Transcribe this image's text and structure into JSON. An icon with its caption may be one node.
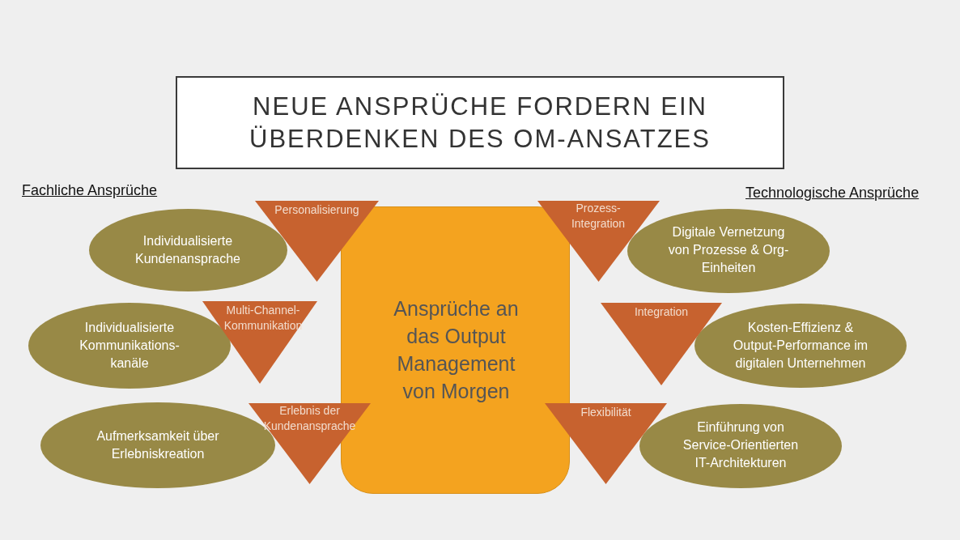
{
  "diagram": {
    "title": "NEUE ANSPRÜCHE FORDERN EIN ÜBERDENKEN DES OM-ANSATZES",
    "nodes": [
      {
        "text": [
          "Personalisierung"
        ]
      },
      {
        "text": [
          "Prozess-Integration"
        ]
      },
      {
        "text": [
          "Individualisierte Kundenansprache"
        ]
      },
      {
        "text": [
          "Digitale Vernetzung von Prozesse & Org-Einheiten"
        ]
      },
      {
        "text": [
          "Multi-Channel-Kommunikation"
        ]
      },
      {
        "text": [
          "Integration"
        ]
      },
      {
        "text": [
          "Ansprüche an das Output Management von Morgen"
        ]
      },
      {
        "text": [
          "Individualisierte Kommunikations-kanäle"
        ]
      },
      {
        "text": [
          "Kosten-Effizienz & Output-Performance im digitalen Unternehmen"
        ]
      },
      {
        "text": [
          "Erlebnis der Kundenansprache"
        ]
      },
      {
        "text": [
          "Flexibilität"
        ]
      },
      {
        "text": [
          "Aufmerksamkeit über Erlebniskreation"
        ]
      },
      {
        "text": [
          "Einführung von Service-Orientierten IT-Architekturen"
        ]
      }
    ],
    "edges": [],
    "labels": [
      "Fachliche Ansprüche",
      "Technologische Ansprüche"
    ]
  }
}
